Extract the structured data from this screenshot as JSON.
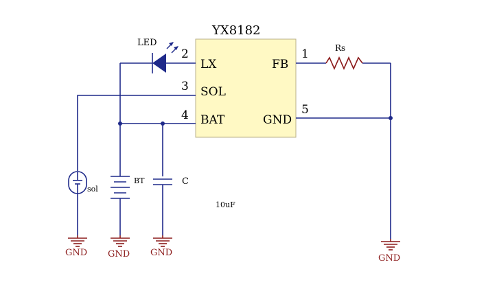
{
  "ic": {
    "name": "YX8182",
    "body_color": "#fff9c4",
    "pins": [
      {
        "num": "2",
        "name": "LX"
      },
      {
        "num": "3",
        "name": "SOL"
      },
      {
        "num": "4",
        "name": "BAT"
      },
      {
        "num": "1",
        "name": "FB"
      },
      {
        "num": "5",
        "name": "GND"
      }
    ]
  },
  "components": {
    "led": "LED",
    "resistor": "Rs",
    "solar": "sol",
    "battery": "BT",
    "capacitor": "C",
    "cap_value": "10uF"
  },
  "grounds": [
    "GND",
    "GND",
    "GND",
    "GND"
  ],
  "colors": {
    "wire": "#1f2a8a",
    "component_red": "#8b1a1a",
    "ic_body": "#fff9c4"
  }
}
